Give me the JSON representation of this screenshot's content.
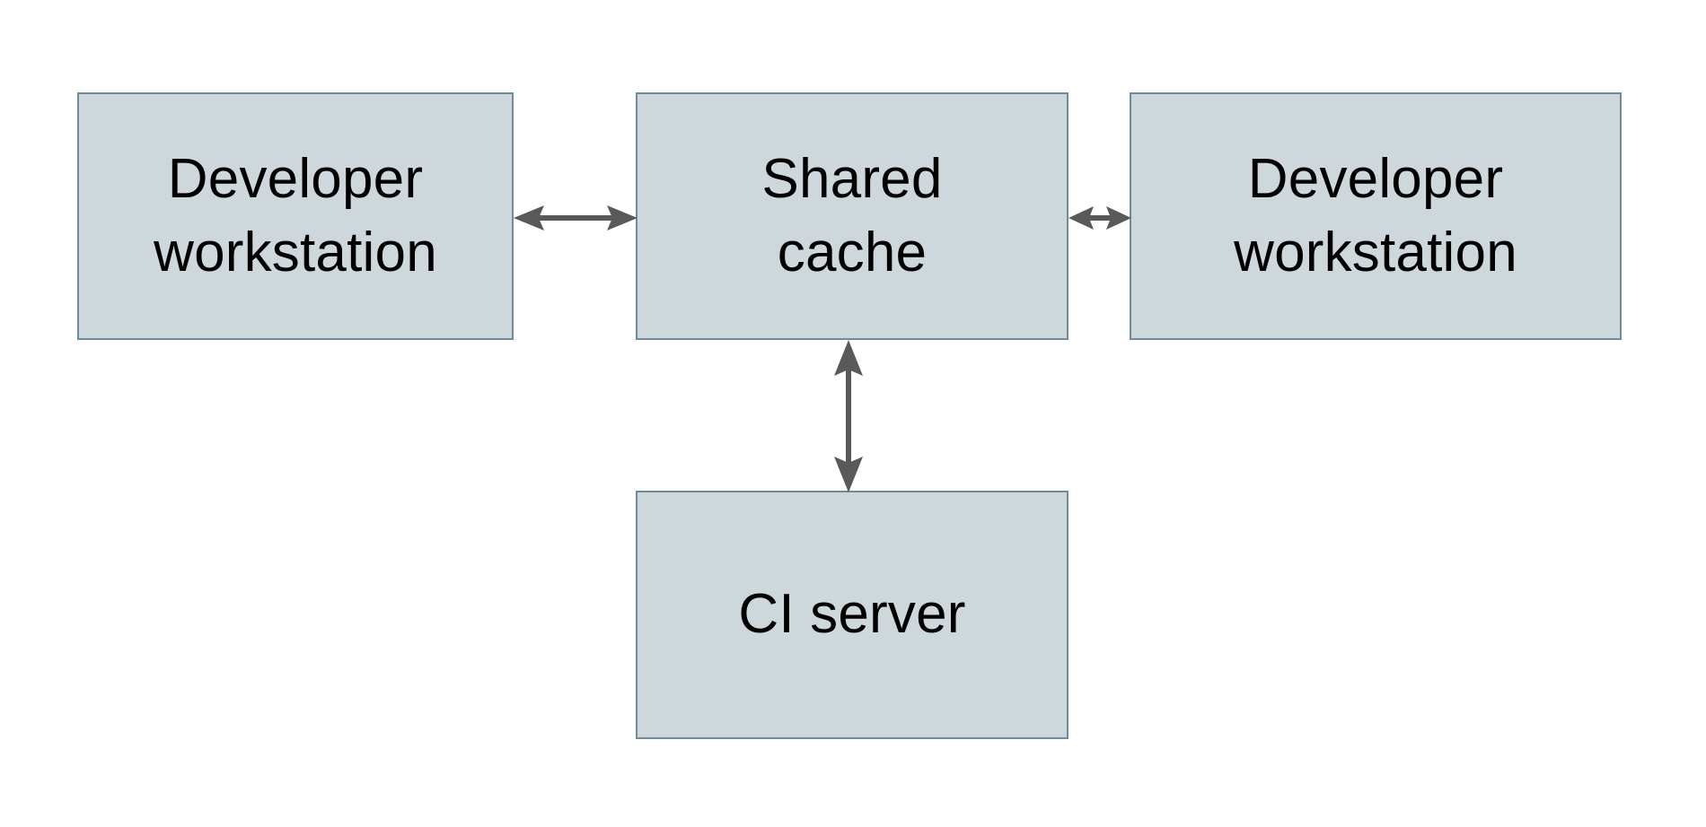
{
  "diagram": {
    "type": "architecture-block-diagram",
    "background_color": "#ffffff",
    "node_fill_color": "#ced8dc",
    "node_border_color": "#708b99",
    "connector_color": "#58595b",
    "text_color": "#000000",
    "nodes": [
      {
        "id": "developer-workstation-left",
        "label": "Developer\nworkstation",
        "label_lines": [
          "Developer",
          "workstation"
        ]
      },
      {
        "id": "shared-cache",
        "label": "Shared\ncache",
        "label_lines": [
          "Shared",
          "cache"
        ]
      },
      {
        "id": "developer-workstation-right",
        "label": "Developer\nworkstation",
        "label_lines": [
          "Developer",
          "workstation"
        ]
      },
      {
        "id": "ci-server",
        "label": "CI server",
        "label_lines": [
          "CI server"
        ]
      }
    ],
    "connectors": [
      {
        "id": "left-workstation-to-cache",
        "from": "developer-workstation-left",
        "to": "shared-cache",
        "direction": "bidirectional",
        "orientation": "horizontal",
        "label": ""
      },
      {
        "id": "cache-to-right-workstation",
        "from": "shared-cache",
        "to": "developer-workstation-right",
        "direction": "bidirectional",
        "orientation": "horizontal",
        "label": ""
      },
      {
        "id": "ci-server-to-cache",
        "from": "ci-server",
        "to": "shared-cache",
        "direction": "bidirectional",
        "orientation": "vertical",
        "label": ""
      }
    ]
  }
}
